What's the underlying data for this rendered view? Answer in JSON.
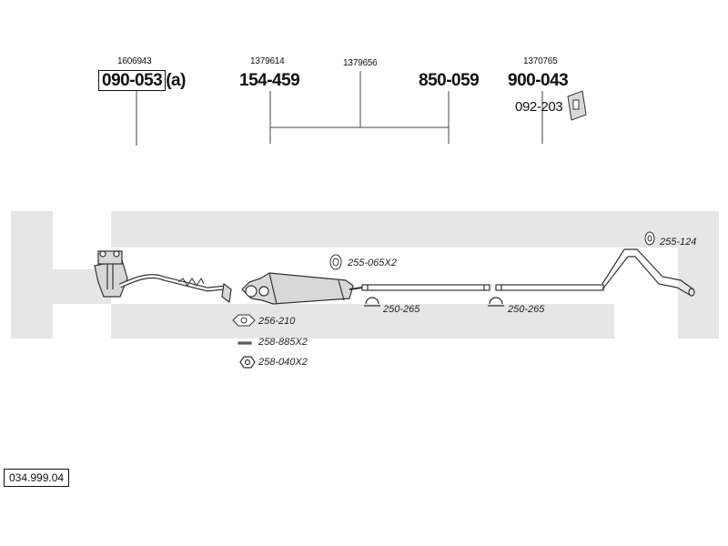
{
  "top_parts": [
    {
      "number": "1606943",
      "code": "090-053",
      "suffix": "(a)"
    },
    {
      "number": "1379614",
      "code": "154-459"
    },
    {
      "number": "1379656"
    },
    {
      "code": "850-059"
    },
    {
      "number": "1370765",
      "code": "900-043"
    },
    {
      "code": "092-203"
    }
  ],
  "fittings": [
    {
      "code": "255-065X2"
    },
    {
      "code": "256-210"
    },
    {
      "code": "258-885X2"
    },
    {
      "code": "258-040X2"
    },
    {
      "code": "250-265"
    },
    {
      "code": "250-265"
    },
    {
      "code": "255-124"
    }
  ],
  "reference": "034.999.04",
  "colors": {
    "line": "#333333",
    "watermark": "#e6e6e6",
    "fill": "#d8d8d8"
  }
}
